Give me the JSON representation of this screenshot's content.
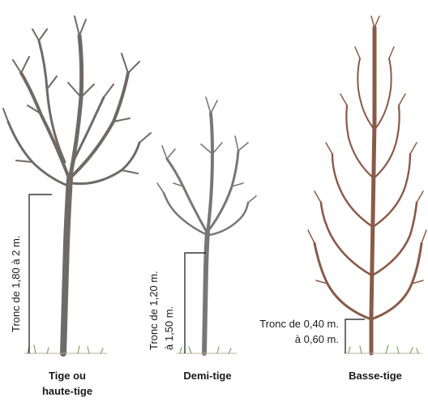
{
  "trees": [
    {
      "id": "tige",
      "caption_line1": "Tige ou",
      "caption_line2": "haute-tige",
      "trunk_label": "Tronc de 1,80 à 2 m.",
      "bark_color": "#6e6a68"
    },
    {
      "id": "demi",
      "caption_line1": "Demi-tige",
      "trunk_label_line1": "Tronc de 1,20 m.",
      "trunk_label_line2": "à 1,50 m.",
      "bark_color": "#7a7676"
    },
    {
      "id": "basse",
      "caption_line1": "Basse-tige",
      "trunk_label_line1": "Tronc de 0,40 m.",
      "trunk_label_line2": "à 0,60 m.",
      "bark_color": "#8a5a48"
    }
  ],
  "colors": {
    "grass": "#8fb07a",
    "text": "#1a1a1a"
  }
}
